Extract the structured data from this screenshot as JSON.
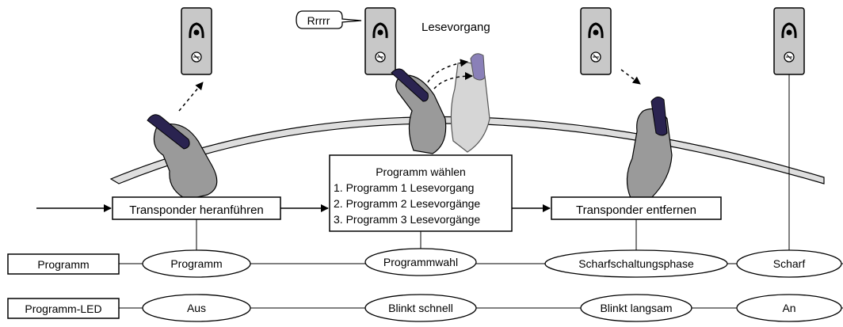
{
  "bubble": "Rrrrr",
  "reading_label": "Lesevorgang",
  "steps": {
    "approach": "Transponder heranführen",
    "select_title": "Programm wählen",
    "select_options": [
      "1. Programm 1 Lesevorgang",
      "2. Programm 2 Lesevorgänge",
      "3. Programm 3 Lesevorgänge"
    ],
    "remove": "Transponder entfernen"
  },
  "rows": [
    {
      "label": "Programm",
      "states": [
        "Programm",
        "Programmwahl",
        "Scharfschaltungsphase",
        "Scharf"
      ]
    },
    {
      "label": "Programm-LED",
      "states": [
        "Aus",
        "Blinkt schnell",
        "Blinkt langsam",
        "An"
      ]
    }
  ],
  "colors": {
    "reader": "#c8c8c8",
    "hand": "#9a9a9a",
    "transponder": "#2a2350"
  }
}
